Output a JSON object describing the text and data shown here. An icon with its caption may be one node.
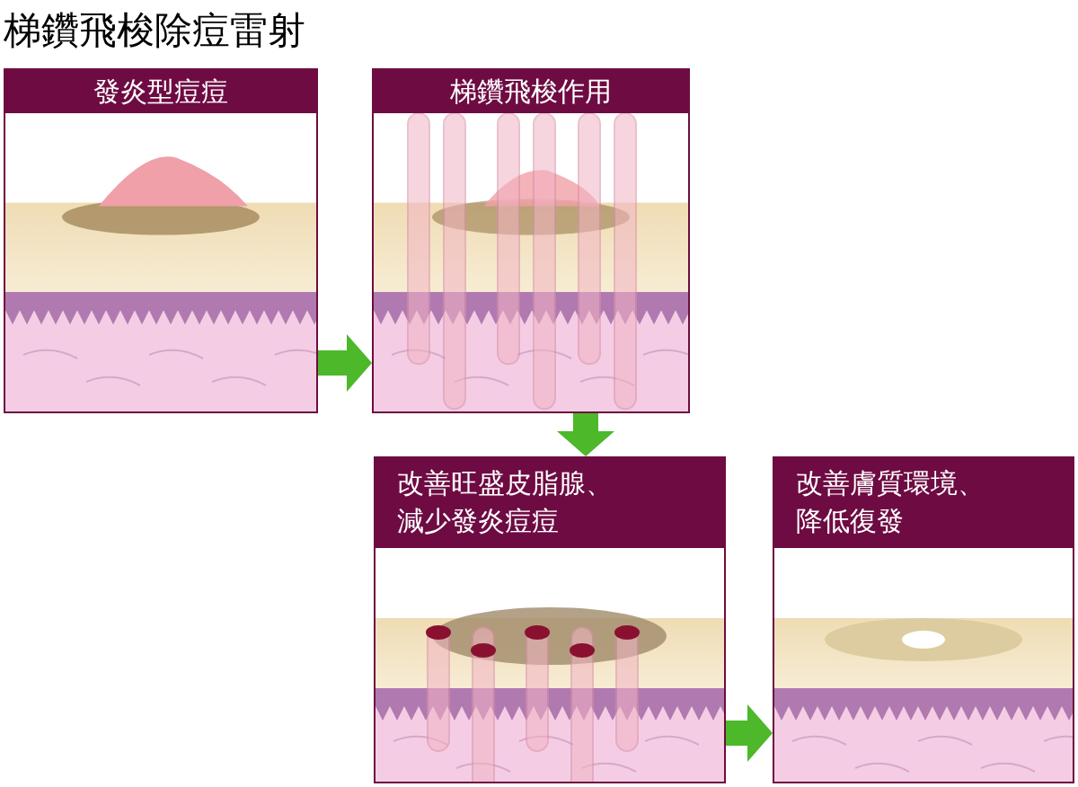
{
  "diagram": {
    "title": "梯鑽飛梭除痘雷射",
    "nodes": [
      {
        "text": [
          "發炎型痘痘"
        ]
      },
      {
        "text": [
          "梯鑽飛梭作用"
        ]
      },
      {
        "text": [
          "改善旺盛皮脂腺、減少發炎痘痘"
        ]
      },
      {
        "text": [
          "改善膚質環境、降低復發"
        ]
      }
    ],
    "edges": [
      {
        "from": 0,
        "to": 1,
        "arrow": "to"
      },
      {
        "from": 1,
        "to": 2,
        "arrow": "to"
      },
      {
        "from": 2,
        "to": 3,
        "arrow": "to"
      }
    ]
  }
}
